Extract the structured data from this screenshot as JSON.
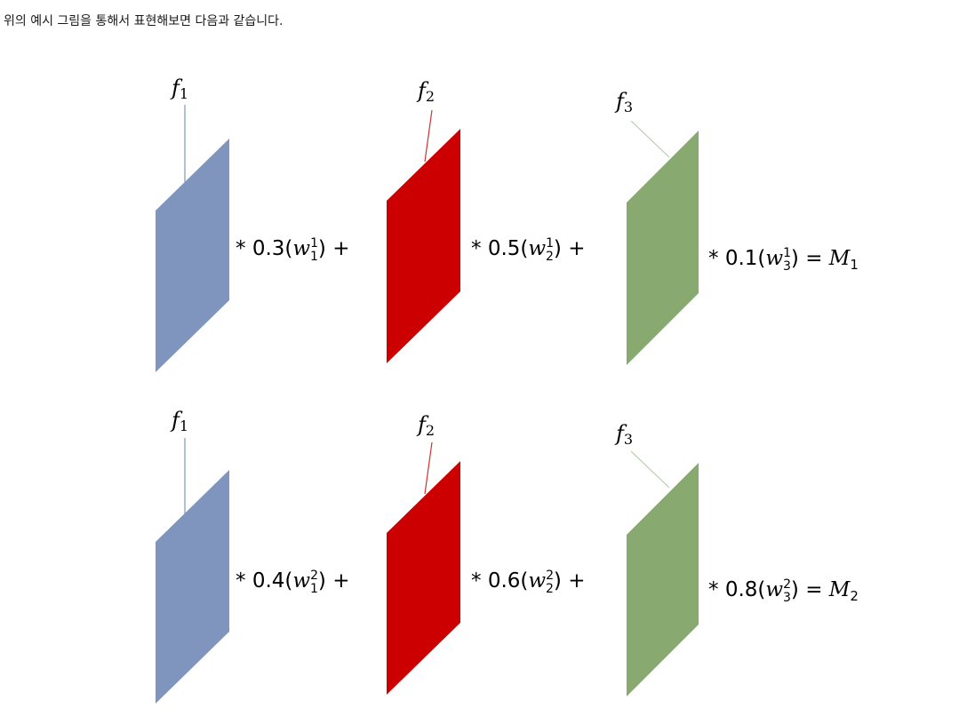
{
  "intro_text": "위의 예시 그림을 통해서 표현해보면 다음과 같습니다.",
  "colors": {
    "f1": "#7f95be",
    "f2": "#cc0000",
    "f3": "#88aa70",
    "leader_f1": "#7f95be",
    "leader_f2": "#cc3333",
    "leader_f3": "#b8ccb0"
  },
  "rows": [
    {
      "maps": [
        {
          "name": "f",
          "sub": "1",
          "coef": "0.3",
          "w_sub": "1",
          "w_sup": "1",
          "tail": " +"
        },
        {
          "name": "f",
          "sub": "2",
          "coef": "0.5",
          "w_sub": "2",
          "w_sup": "1",
          "tail": " +"
        },
        {
          "name": "f",
          "sub": "3",
          "coef": "0.1",
          "w_sub": "3",
          "w_sup": "1",
          "tail": " = ",
          "result": "M",
          "result_sub": "1"
        }
      ]
    },
    {
      "maps": [
        {
          "name": "f",
          "sub": "1",
          "coef": "0.4",
          "w_sub": "1",
          "w_sup": "2",
          "tail": " +"
        },
        {
          "name": "f",
          "sub": "2",
          "coef": "0.6",
          "w_sub": "2",
          "w_sup": "2",
          "tail": " +"
        },
        {
          "name": "f",
          "sub": "3",
          "coef": "0.8",
          "w_sub": "3",
          "w_sup": "2",
          "tail": " = ",
          "result": "M",
          "result_sub": "2"
        }
      ]
    }
  ]
}
